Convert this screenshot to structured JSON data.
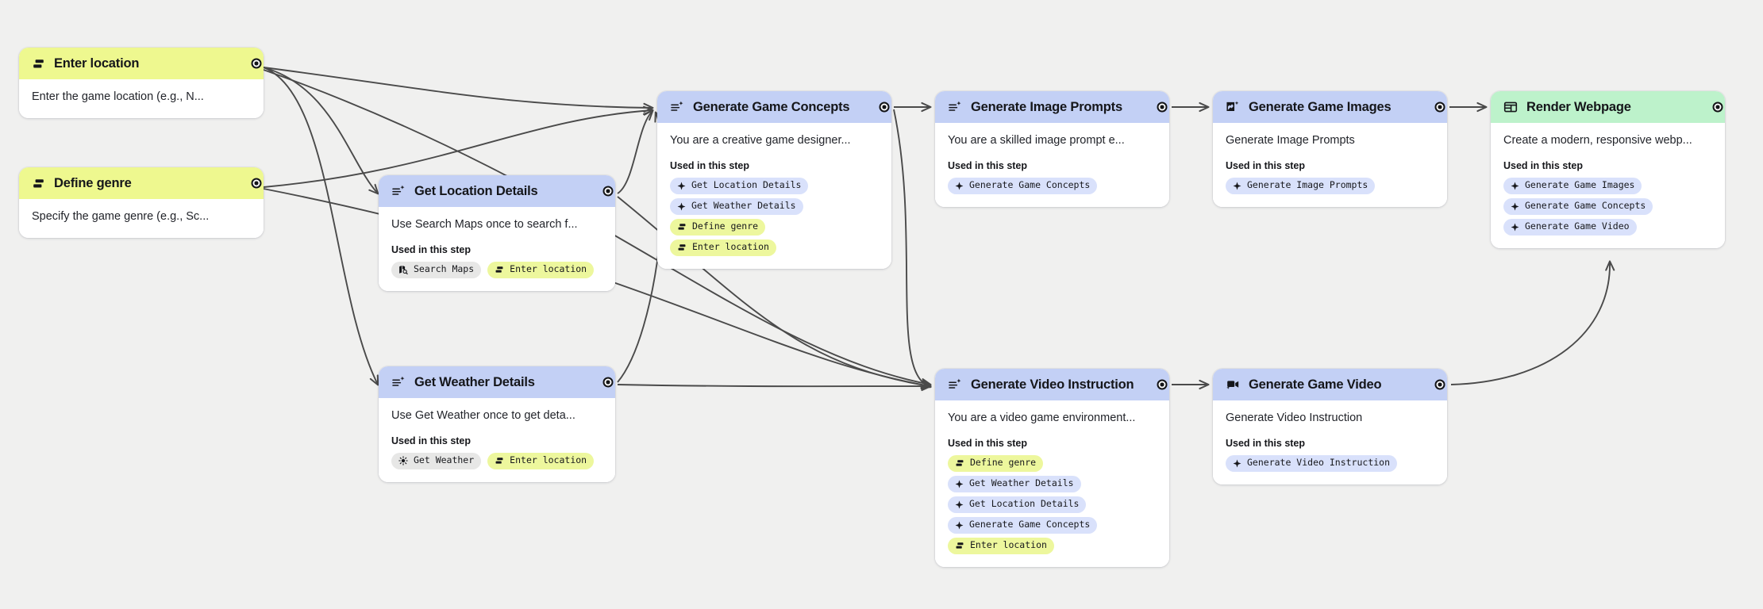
{
  "canvas": {
    "background": "#f0f0ef",
    "edge_color": "#4a4a4a",
    "accent_blue": "#c3d0f5",
    "accent_yellow": "#eef88f",
    "accent_green": "#bdf2cb"
  },
  "labels": {
    "used_in_this_step": "Used in this step"
  },
  "nodes": [
    {
      "id": "enter-location",
      "title": "Enter location",
      "header_color": "yellow",
      "icon": "form-input-icon",
      "desc": "Enter the game location (e.g., N...",
      "chips": []
    },
    {
      "id": "define-genre",
      "title": "Define genre",
      "header_color": "yellow",
      "icon": "form-input-icon",
      "desc": "Specify the game genre (e.g., Sc...",
      "chips": []
    },
    {
      "id": "get-location-details",
      "title": "Get Location Details",
      "header_color": "blue",
      "icon": "ai-text-icon",
      "desc": "Use Search Maps once to search f...",
      "chips": [
        {
          "label": "Search Maps",
          "color": "grey",
          "icon": "map-search-icon"
        },
        {
          "label": "Enter location",
          "color": "yellow",
          "icon": "form-input-icon"
        }
      ]
    },
    {
      "id": "get-weather-details",
      "title": "Get Weather Details",
      "header_color": "blue",
      "icon": "ai-text-icon",
      "desc": "Use Get Weather once to get deta...",
      "chips": [
        {
          "label": "Get Weather",
          "color": "grey",
          "icon": "sun-icon"
        },
        {
          "label": "Enter location",
          "color": "yellow",
          "icon": "form-input-icon"
        }
      ]
    },
    {
      "id": "generate-game-concepts",
      "title": "Generate Game Concepts",
      "header_color": "blue",
      "icon": "ai-text-icon",
      "desc": "You are a creative game designer...",
      "chips": [
        {
          "label": "Get Location Details",
          "color": "blue",
          "icon": "sparkle-icon"
        },
        {
          "label": "Get Weather Details",
          "color": "blue",
          "icon": "sparkle-icon"
        },
        {
          "label": "Define genre",
          "color": "yellow",
          "icon": "form-input-icon"
        },
        {
          "label": "Enter location",
          "color": "yellow",
          "icon": "form-input-icon"
        }
      ]
    },
    {
      "id": "generate-image-prompts",
      "title": "Generate Image Prompts",
      "header_color": "blue",
      "icon": "ai-text-icon",
      "desc": "You are a skilled image prompt e...",
      "chips": [
        {
          "label": "Generate Game Concepts",
          "color": "blue",
          "icon": "sparkle-icon"
        }
      ]
    },
    {
      "id": "generate-game-images",
      "title": "Generate Game Images",
      "header_color": "blue",
      "icon": "ai-image-icon",
      "desc": "Generate Image Prompts",
      "chips": [
        {
          "label": "Generate Image Prompts",
          "color": "blue",
          "icon": "sparkle-icon"
        }
      ]
    },
    {
      "id": "render-webpage",
      "title": "Render Webpage",
      "header_color": "green",
      "icon": "browser-layout-icon",
      "desc": "Create a modern, responsive webp...",
      "chips": [
        {
          "label": "Generate Game Images",
          "color": "blue",
          "icon": "sparkle-icon"
        },
        {
          "label": "Generate Game Concepts",
          "color": "blue",
          "icon": "sparkle-icon"
        },
        {
          "label": "Generate Game Video",
          "color": "blue",
          "icon": "sparkle-icon"
        }
      ]
    },
    {
      "id": "generate-video-instruction",
      "title": "Generate Video Instruction",
      "header_color": "blue",
      "icon": "ai-text-icon",
      "desc": "You are a video game environment...",
      "chips": [
        {
          "label": "Define genre",
          "color": "yellow",
          "icon": "form-input-icon"
        },
        {
          "label": "Get Weather Details",
          "color": "blue",
          "icon": "sparkle-icon"
        },
        {
          "label": "Get Location Details",
          "color": "blue",
          "icon": "sparkle-icon"
        },
        {
          "label": "Generate Game Concepts",
          "color": "blue",
          "icon": "sparkle-icon"
        },
        {
          "label": "Enter location",
          "color": "yellow",
          "icon": "form-input-icon"
        }
      ]
    },
    {
      "id": "generate-game-video",
      "title": "Generate Game Video",
      "header_color": "blue",
      "icon": "ai-video-icon",
      "desc": "Generate Video Instruction",
      "chips": [
        {
          "label": "Generate Video Instruction",
          "color": "blue",
          "icon": "sparkle-icon"
        }
      ]
    }
  ]
}
